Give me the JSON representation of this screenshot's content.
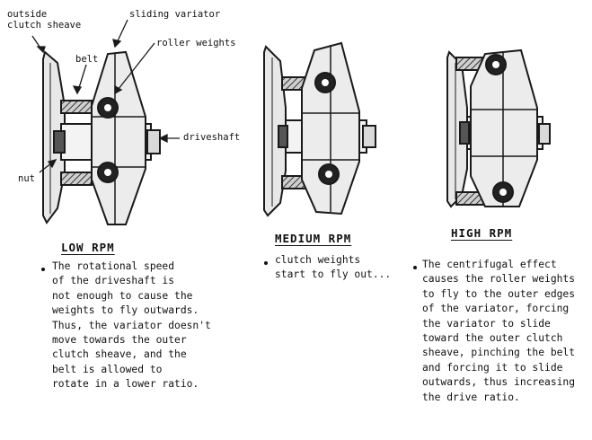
{
  "labels": {
    "outside_clutch_sheave": "outside\nclutch sheave",
    "sliding_variator": "sliding variator",
    "roller_weights": "roller weights",
    "belt": "belt",
    "driveshaft": "driveshaft",
    "nut": "nut"
  },
  "stages": [
    {
      "title": "LOW RPM",
      "text": "The rotational speed\n of the driveshaft is\nnot enough to cause the\nweights to fly outwards.\nThus, the variator doesn't\nmove towards the outer\nclutch sheave, and the\nbelt is allowed to\nrotate in a lower ratio."
    },
    {
      "title": "MEDIUM RPM",
      "text": "clutch weights\nstart to fly out..."
    },
    {
      "title": "HIGH RPM",
      "text": "The centrifugal effect\ncauses the roller weights\nto fly to the outer edges\nof the variator, forcing\nthe variator to slide\ntoward the outer clutch\nsheave, pinching the belt\nand forcing it to slide\noutwards, thus increasing\nthe drive ratio."
    }
  ],
  "colors": {
    "ink": "#1a1a1a",
    "shade": "#d9d9d9",
    "light": "#f3f3f3"
  }
}
